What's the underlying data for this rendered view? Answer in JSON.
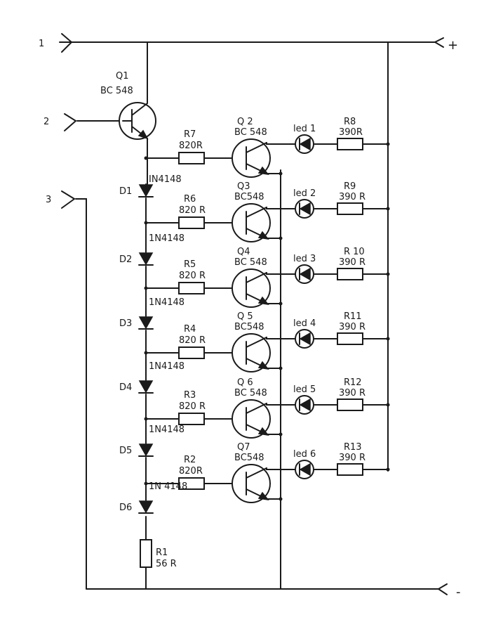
{
  "terminals": {
    "t1": "1",
    "t2": "2",
    "t3": "3",
    "plus": "+",
    "minus": "-"
  },
  "q1": {
    "ref": "Q1",
    "type": "BC 548"
  },
  "stages": [
    {
      "diode": "D1",
      "diode_type": "IN4148",
      "rb": "R7",
      "rb_val": "820R",
      "q": "Q 2",
      "q_type": "BC 548",
      "led": "led 1",
      "rl": "R8",
      "rl_val": "390R"
    },
    {
      "diode": "D2",
      "diode_type": "1N4148",
      "rb": "R6",
      "rb_val": "820 R",
      "q": "Q3",
      "q_type": "BC548",
      "led": "led 2",
      "rl": "R9",
      "rl_val": "390 R"
    },
    {
      "diode": "D3",
      "diode_type": "1N4148",
      "rb": "R5",
      "rb_val": "820 R",
      "q": "Q4",
      "q_type": "BC 548",
      "led": "led 3",
      "rl": "R 10",
      "rl_val": "390 R"
    },
    {
      "diode": "D4",
      "diode_type": "1N4148",
      "rb": "R4",
      "rb_val": "820 R",
      "q": "Q 5",
      "q_type": "BC548",
      "led": "led 4",
      "rl": "R11",
      "rl_val": "390 R"
    },
    {
      "diode": "D5",
      "diode_type": "1N4148",
      "rb": "R3",
      "rb_val": "820 R",
      "q": "Q 6",
      "q_type": "BC 548",
      "led": "led 5",
      "rl": "R12",
      "rl_val": "390 R"
    },
    {
      "diode": "D6",
      "diode_type": "1N 4148",
      "rb": "R2",
      "rb_val": "820R",
      "q": "Q7",
      "q_type": "BC548",
      "led": "led 6",
      "rl": "R13",
      "rl_val": "390 R"
    }
  ],
  "r1": {
    "ref": "R1",
    "val": "56 R"
  }
}
